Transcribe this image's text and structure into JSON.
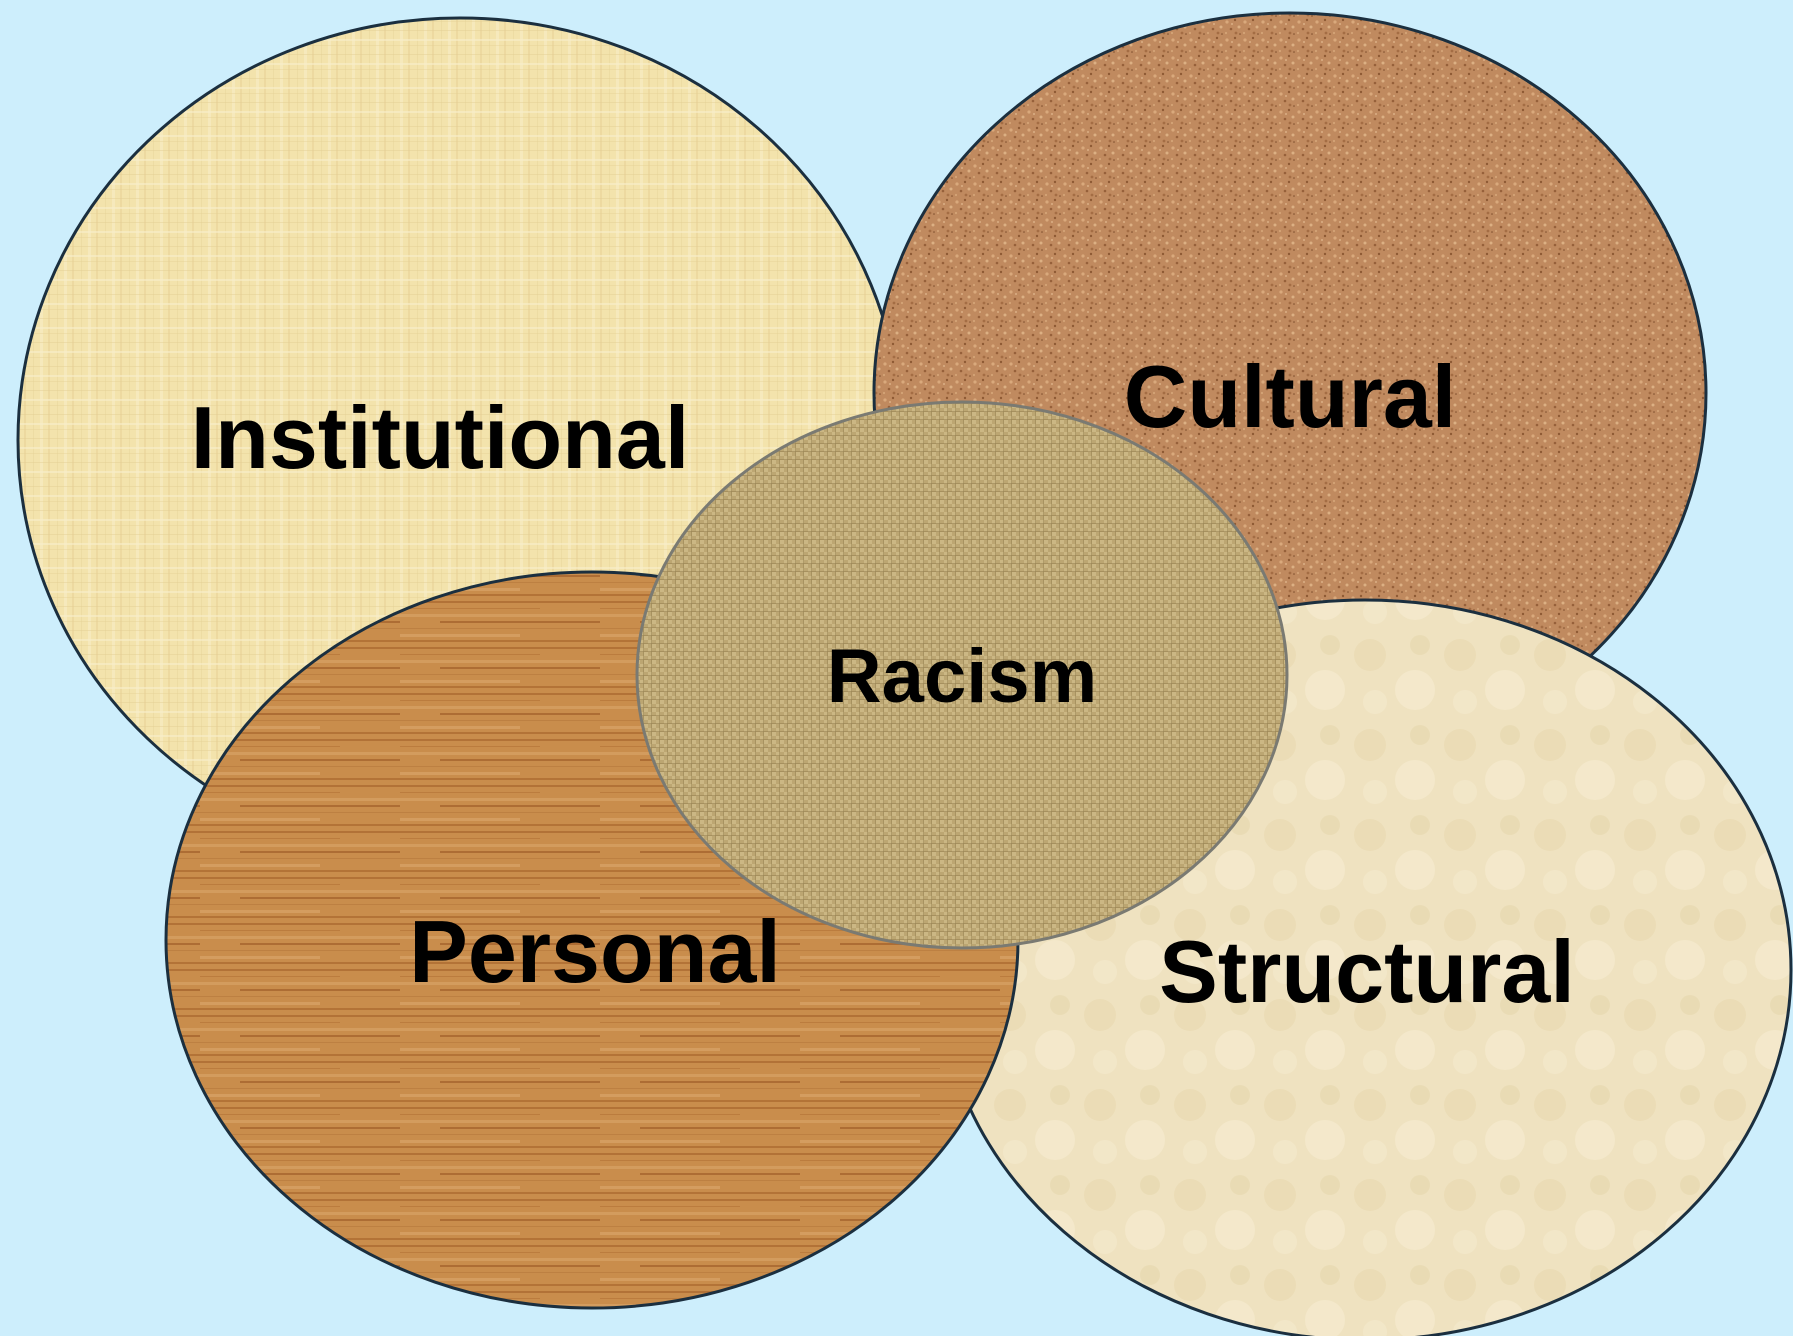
{
  "colors": {
    "background": "#cdeefc",
    "outline": "#1b2f3f",
    "center_outline": "#7a7a72",
    "institutional_fill": "#f3e3ac",
    "cultural_fill": "#c08a5f",
    "personal_fill": "#c98d4c",
    "structural_fill": "#efe2c0",
    "racism_fill": "#bca672"
  },
  "textures": {
    "institutional": "linen-weave",
    "cultural": "cork-speckle",
    "personal": "wood-grain",
    "structural": "parchment",
    "racism": "burlap-weave"
  },
  "diagram": {
    "circles": {
      "institutional": "Institutional",
      "cultural": "Cultural",
      "personal": "Personal",
      "structural": "Structural",
      "center": "Racism"
    }
  }
}
